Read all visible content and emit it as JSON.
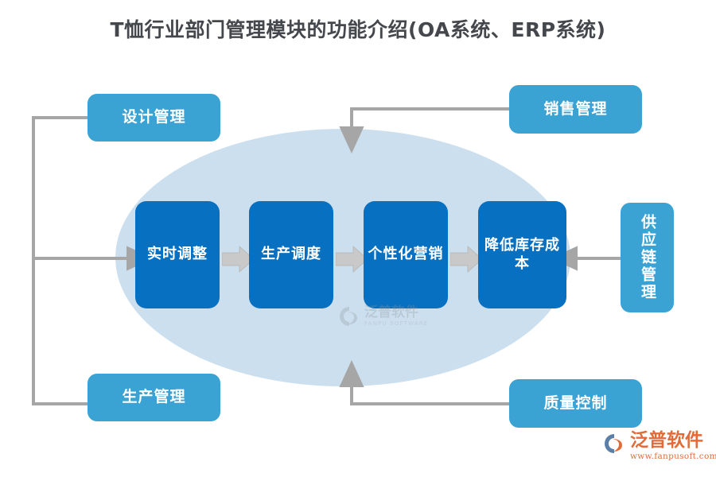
{
  "title": "T恤行业部门管理模块的功能介绍(OA系统、ERP系统)",
  "colors": {
    "outer_node": "#3BA3D4",
    "core_node": "#0870C0",
    "ellipse": "#CCDFEE",
    "connector": "#A6A6A6",
    "block_arrow": "#C9C9C9",
    "title_text": "#44484D",
    "brand": "#E06C3A"
  },
  "outer_nodes": [
    {
      "id": "design",
      "label": "设计管理",
      "orientation": "horizontal"
    },
    {
      "id": "sales",
      "label": "销售管理",
      "orientation": "horizontal"
    },
    {
      "id": "production",
      "label": "生产管理",
      "orientation": "horizontal"
    },
    {
      "id": "quality",
      "label": "质量控制",
      "orientation": "horizontal"
    },
    {
      "id": "supplychain",
      "label": "供应链管理",
      "orientation": "vertical"
    }
  ],
  "core_nodes": [
    {
      "id": "realtime",
      "label": "实时调整"
    },
    {
      "id": "schedule",
      "label": "生产调度"
    },
    {
      "id": "marketing",
      "label": "个性化营销"
    },
    {
      "id": "inventory",
      "label": "降低库存成本"
    }
  ],
  "core_flow_arrows": [
    {
      "from": "realtime",
      "to": "schedule"
    },
    {
      "from": "schedule",
      "to": "marketing"
    },
    {
      "from": "marketing",
      "to": "inventory"
    }
  ],
  "connectors": [
    {
      "from": "design",
      "to": "realtime",
      "direction": "right"
    },
    {
      "from": "production",
      "to": "realtime",
      "direction": "right"
    },
    {
      "from": "sales",
      "to": "center",
      "direction": "down"
    },
    {
      "from": "quality",
      "to": "center",
      "direction": "up"
    },
    {
      "from": "supplychain",
      "to": "inventory",
      "direction": "left"
    }
  ],
  "watermark": {
    "cn": "泛普软件",
    "en": "FANPU SOFTWARE"
  },
  "brand": {
    "cn": "泛普软件",
    "url": "www.fanpusoft.com"
  }
}
